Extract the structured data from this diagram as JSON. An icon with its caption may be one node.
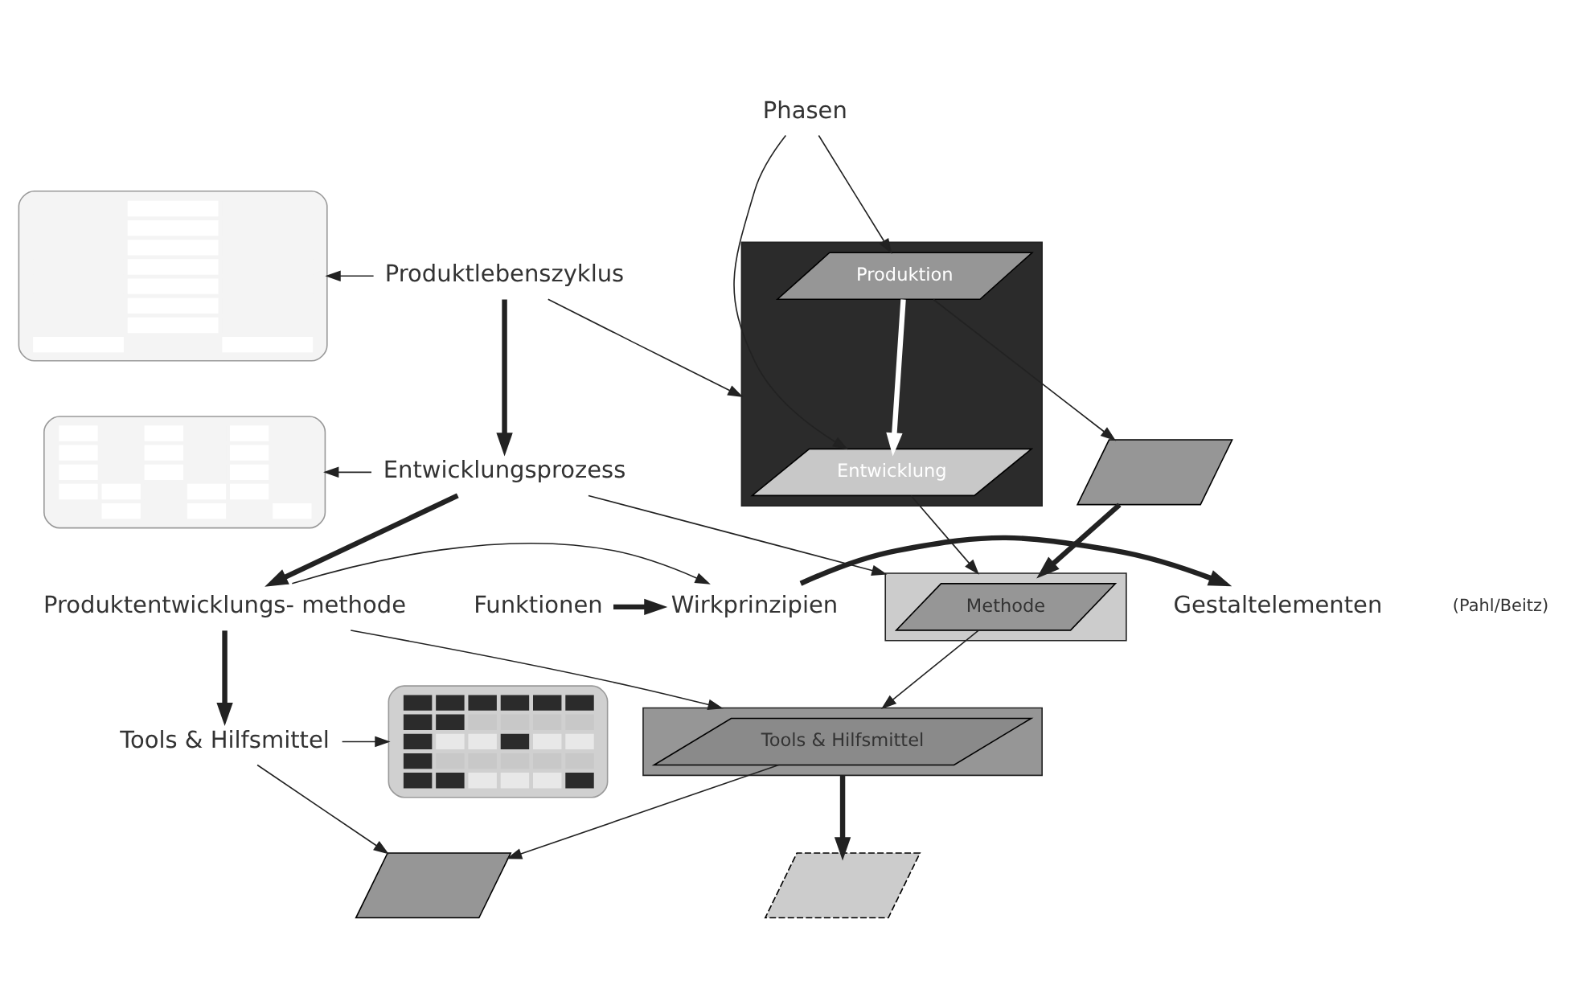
{
  "diagram": {
    "nodes": [
      {
        "text": [],
        "shape": "picture"
      },
      {
        "text": [
          "Phasen"
        ]
      },
      {
        "text": [
          "Produktlebenszyklus"
        ]
      },
      {
        "text": [],
        "shape": "parallelogram"
      },
      {
        "text": [
          "Entwicklung"
        ],
        "in": 3
      },
      {
        "text": [
          "Produktion"
        ],
        "in": 3
      },
      {
        "text": [],
        "shape": "picture"
      },
      {
        "text": [
          "Entwicklungsprozess"
        ]
      },
      {
        "text": [],
        "shape": "parallelogram"
      },
      {
        "text": [
          "Methode"
        ],
        "in": 8
      },
      {
        "text": [],
        "shape": "parallelogram"
      },
      {
        "text": [
          "Funktionen"
        ]
      },
      {
        "text": [
          "Wirkprinzipien"
        ]
      },
      {
        "text": [
          "Gestaltelementen"
        ]
      },
      {
        "text": [
          "Produktentwicklungs- methode"
        ]
      },
      {
        "text": [],
        "shape": "parallelogram"
      },
      {
        "text": [
          "Tools & Hilfsmittel"
        ],
        "in": 15
      },
      {
        "text": [],
        "shape": "parallelogram"
      },
      {
        "text": [],
        "shape": "picture"
      },
      {
        "text": [
          "Tools & Hilfsmittel"
        ]
      },
      {
        "text": [],
        "shape": "parallelogram"
      }
    ],
    "edges": [
      {
        "from": 2,
        "to": 0,
        "arrow": "to"
      },
      {
        "from": 2,
        "to": 3,
        "arrow": "to"
      },
      {
        "from": 1,
        "to": 4,
        "arrow": "to"
      },
      {
        "from": 1,
        "to": 5,
        "arrow": "to"
      },
      {
        "from": 5,
        "to": 4,
        "arrow": "to",
        "style": "thick",
        "color": "#ffffff"
      },
      {
        "from": 4,
        "to": 8,
        "arrow": "to"
      },
      {
        "from": 5,
        "to": 10,
        "arrow": "to"
      },
      {
        "from": 7,
        "to": 6,
        "arrow": "to"
      },
      {
        "from": 7,
        "to": 8,
        "arrow": "to"
      },
      {
        "from": 10,
        "to": 8,
        "arrow": "to",
        "style": "thick"
      },
      {
        "from": 9,
        "to": 15,
        "arrow": "to"
      },
      {
        "from": 14,
        "to": 12,
        "arrow": "to"
      },
      {
        "from": 14,
        "to": 15,
        "arrow": "to"
      },
      {
        "from": 15,
        "to": 17,
        "arrow": "to",
        "style": "thick"
      },
      {
        "from": 16,
        "to": 20,
        "arrow": "to"
      },
      {
        "from": 19,
        "to": 18,
        "arrow": "to"
      },
      {
        "from": 19,
        "to": 20,
        "arrow": "to"
      },
      {
        "from": 11,
        "to": 12,
        "arrow": "to",
        "style": "thick"
      },
      {
        "from": 12,
        "to": 13,
        "arrow": "to",
        "style": "thick"
      },
      {
        "from": 2,
        "to": 7,
        "arrow": "to",
        "style": "thick"
      },
      {
        "from": 7,
        "to": 14,
        "arrow": "to",
        "style": "thick"
      },
      {
        "from": 14,
        "to": 19,
        "arrow": "to",
        "style": "thick"
      }
    ],
    "labels": [
      "(Pahl/Beitz)"
    ]
  }
}
